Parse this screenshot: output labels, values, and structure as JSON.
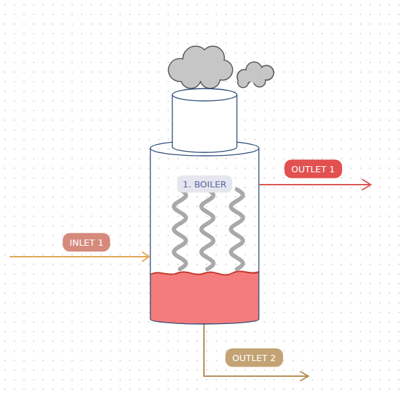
{
  "diagram": {
    "nodes": [
      {
        "text": [
          "1. BOILER"
        ]
      }
    ],
    "labels": [
      "INLET 1",
      "OUTLET 1",
      "OUTLET 2"
    ]
  }
}
